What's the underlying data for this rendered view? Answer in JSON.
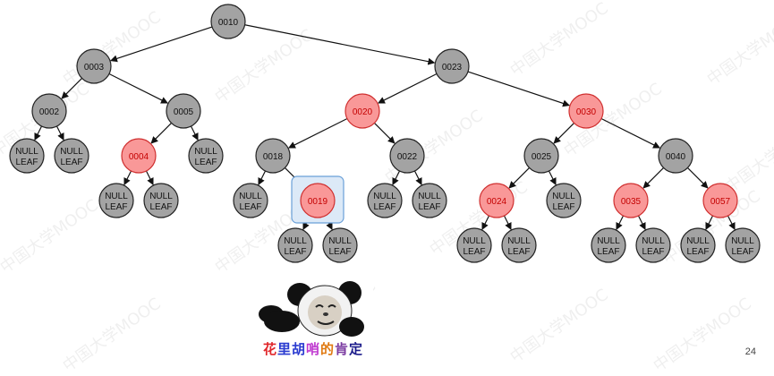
{
  "colors": {
    "black_node_fill": "#a3a3a3",
    "red_node_fill": "#f99898",
    "red_node_stroke": "#d03030",
    "red_node_text": "#c40000",
    "highlight_border": "#6aa0d8",
    "highlight_fill": "#dce9f7"
  },
  "tree": {
    "highlighted_node": "0019",
    "nodes": [
      {
        "id": "n0010",
        "label": "0010",
        "color": "black"
      },
      {
        "id": "n0003",
        "label": "0003",
        "color": "black"
      },
      {
        "id": "n0023",
        "label": "0023",
        "color": "black"
      },
      {
        "id": "n0002",
        "label": "0002",
        "color": "black"
      },
      {
        "id": "n0005",
        "label": "0005",
        "color": "black"
      },
      {
        "id": "n0020",
        "label": "0020",
        "color": "red"
      },
      {
        "id": "n0030",
        "label": "0030",
        "color": "red"
      },
      {
        "id": "l1",
        "label": "NULL\nLEAF",
        "color": "black"
      },
      {
        "id": "l2",
        "label": "NULL\nLEAF",
        "color": "black"
      },
      {
        "id": "n0004",
        "label": "0004",
        "color": "red"
      },
      {
        "id": "l3",
        "label": "NULL\nLEAF",
        "color": "black"
      },
      {
        "id": "n0018",
        "label": "0018",
        "color": "black"
      },
      {
        "id": "n0022",
        "label": "0022",
        "color": "black"
      },
      {
        "id": "n0025",
        "label": "0025",
        "color": "black"
      },
      {
        "id": "n0040",
        "label": "0040",
        "color": "black"
      },
      {
        "id": "l4",
        "label": "NULL\nLEAF",
        "color": "black"
      },
      {
        "id": "l5",
        "label": "NULL\nLEAF",
        "color": "black"
      },
      {
        "id": "l6",
        "label": "NULL\nLEAF",
        "color": "black"
      },
      {
        "id": "n0019",
        "label": "0019",
        "color": "red"
      },
      {
        "id": "l7",
        "label": "NULL\nLEAF",
        "color": "black"
      },
      {
        "id": "l8",
        "label": "NULL\nLEAF",
        "color": "black"
      },
      {
        "id": "n0024",
        "label": "0024",
        "color": "red"
      },
      {
        "id": "l9",
        "label": "NULL\nLEAF",
        "color": "black"
      },
      {
        "id": "n0035",
        "label": "0035",
        "color": "red"
      },
      {
        "id": "n0057",
        "label": "0057",
        "color": "red"
      },
      {
        "id": "l10",
        "label": "NULL\nLEAF",
        "color": "black"
      },
      {
        "id": "l11",
        "label": "NULL\nLEAF",
        "color": "black"
      },
      {
        "id": "l12",
        "label": "NULL\nLEAF",
        "color": "black"
      },
      {
        "id": "l13",
        "label": "NULL\nLEAF",
        "color": "black"
      },
      {
        "id": "l14",
        "label": "NULL\nLEAF",
        "color": "black"
      },
      {
        "id": "l15",
        "label": "NULL\nLEAF",
        "color": "black"
      },
      {
        "id": "l16",
        "label": "NULL\nLEAF",
        "color": "black"
      },
      {
        "id": "l17",
        "label": "NULL\nLEAF",
        "color": "black"
      }
    ],
    "edges": [
      [
        "n0010",
        "n0003"
      ],
      [
        "n0010",
        "n0023"
      ],
      [
        "n0003",
        "n0002"
      ],
      [
        "n0003",
        "n0005"
      ],
      [
        "n0023",
        "n0020"
      ],
      [
        "n0023",
        "n0030"
      ],
      [
        "n0002",
        "l1"
      ],
      [
        "n0002",
        "l2"
      ],
      [
        "n0005",
        "n0004"
      ],
      [
        "n0005",
        "l3"
      ],
      [
        "n0020",
        "n0018"
      ],
      [
        "n0020",
        "n0022"
      ],
      [
        "n0030",
        "n0025"
      ],
      [
        "n0030",
        "n0040"
      ],
      [
        "n0004",
        "l4"
      ],
      [
        "n0004",
        "l5"
      ],
      [
        "n0018",
        "l6"
      ],
      [
        "n0018",
        "n0019"
      ],
      [
        "n0022",
        "l7"
      ],
      [
        "n0022",
        "l8"
      ],
      [
        "n0025",
        "n0024"
      ],
      [
        "n0025",
        "l9"
      ],
      [
        "n0040",
        "n0035"
      ],
      [
        "n0040",
        "n0057"
      ],
      [
        "n0019",
        "l10"
      ],
      [
        "n0019",
        "l11"
      ],
      [
        "n0024",
        "l12"
      ],
      [
        "n0024",
        "l13"
      ],
      [
        "n0035",
        "l14"
      ],
      [
        "n0035",
        "l15"
      ],
      [
        "n0057",
        "l16"
      ],
      [
        "n0057",
        "l17"
      ]
    ]
  },
  "meme": {
    "caption_parts": [
      {
        "text": "花",
        "color": "#e0262a"
      },
      {
        "text": "里",
        "color": "#2a3bd0"
      },
      {
        "text": "胡",
        "color": "#2a3bd0"
      },
      {
        "text": "哨",
        "color": "#c03ad0"
      },
      {
        "text": "的",
        "color": "#e07a12"
      },
      {
        "text": "肯",
        "color": "#7a3aa0"
      },
      {
        "text": "定",
        "color": "#1a1a8a"
      }
    ]
  },
  "watermark_text": "中国大学MOOC",
  "page_number": "24"
}
